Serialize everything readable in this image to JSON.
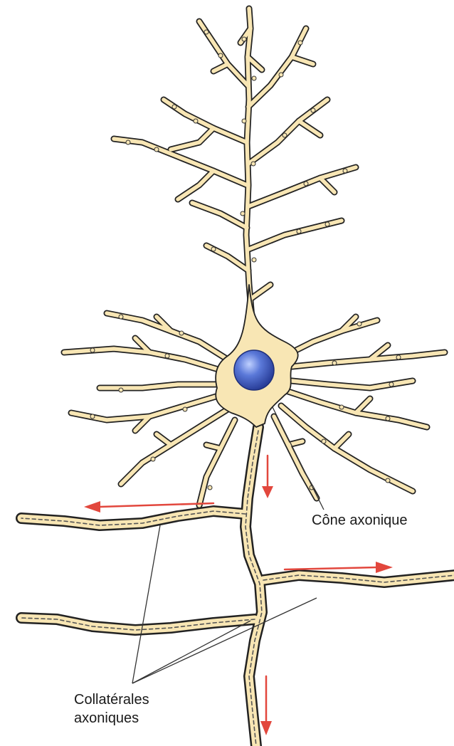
{
  "labels": {
    "axon_hillock": "Cône axonique",
    "axon_collaterals_line1": "Collatérales",
    "axon_collaterals_line2": "axoniques"
  },
  "colors": {
    "cell_fill": "#f8e6b4",
    "cell_outline": "#222222",
    "nucleus": "#4a68c8",
    "arrow": "#e2473d",
    "leader_line": "#333333"
  }
}
